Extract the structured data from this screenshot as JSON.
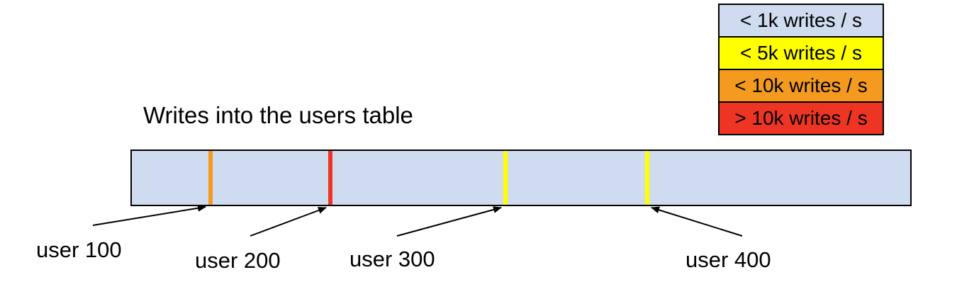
{
  "title": "Writes into the users table",
  "legend": {
    "items": [
      {
        "label": "< 1k writes / s",
        "color": "#cfdbee"
      },
      {
        "label": "< 5k writes / s",
        "color": "#ffff00"
      },
      {
        "label": "< 10k writes / s",
        "color": "#f49b1f"
      },
      {
        "label": "> 10k writes / s",
        "color": "#ee3524"
      }
    ]
  },
  "bar": {
    "fill_color": "#cfdbee",
    "markers": [
      {
        "user": "user 100",
        "rate": "< 10k writes / s",
        "color": "#f49b1f",
        "x_percent": 10.1
      },
      {
        "user": "user 200",
        "rate": "> 10k writes / s",
        "color": "#ee3524",
        "x_percent": 25.5
      },
      {
        "user": "user 300",
        "rate": "< 5k writes / s",
        "color": "#ffff00",
        "x_percent": 48.0
      },
      {
        "user": "user 400",
        "rate": "< 5k writes / s",
        "color": "#ffff00",
        "x_percent": 66.2
      }
    ]
  },
  "labels": {
    "user_100": "user 100",
    "user_200": "user 200",
    "user_300": "user 300",
    "user_400": "user 400"
  }
}
